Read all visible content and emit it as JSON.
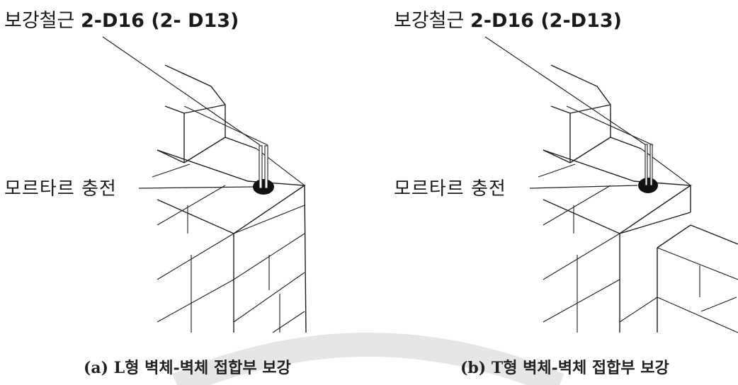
{
  "panels": [
    {
      "rebar_label": {
        "prefix": "보강철근 ",
        "spec": "2-D16 (2- D13)"
      },
      "mortar_label": "모르타르 충전",
      "caption": "(a) L형 벽체-벽체 접합부 보강"
    },
    {
      "rebar_label": {
        "prefix": "보강철근 ",
        "spec": "2-D16 (2-D13)"
      },
      "mortar_label": "모르타르 충전",
      "caption": "(b) T형 벽체-벽체 접합부 보강"
    }
  ],
  "colors": {
    "line": "#1e1e1e",
    "mortar": "#111111",
    "watermark": "#e9e9e9"
  }
}
